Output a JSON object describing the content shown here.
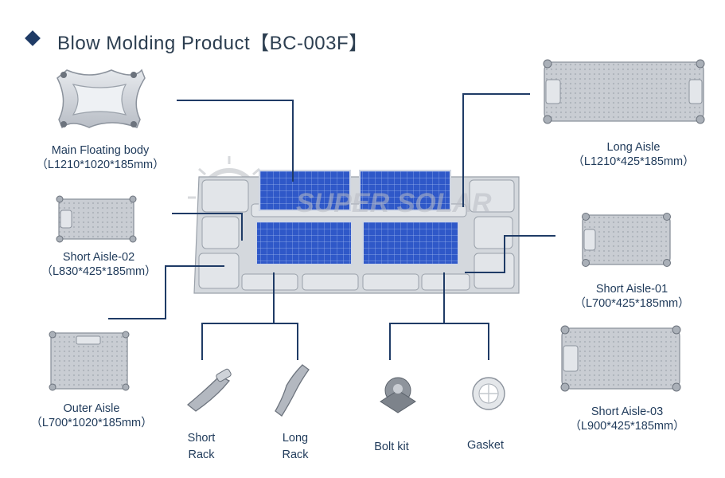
{
  "title": "Blow Molding Product【BC-003F】",
  "watermark": "SUPER SOLAR",
  "parts": {
    "main_float": {
      "name": "Main Floating body",
      "dims": "（L1210*1020*185mm）"
    },
    "short_aisle_02": {
      "name": "Short Aisle-02",
      "dims": "（L830*425*185mm）"
    },
    "outer_aisle": {
      "name": "Outer Aisle",
      "dims": "（L700*1020*185mm）"
    },
    "long_aisle": {
      "name": "Long Aisle",
      "dims": "（L1210*425*185mm）"
    },
    "short_aisle_01": {
      "name": "Short Aisle-01",
      "dims": "（L700*425*185mm）"
    },
    "short_aisle_03": {
      "name": "Short Aisle-03",
      "dims": "（L900*425*185mm）"
    },
    "short_rack": {
      "line1": "Short",
      "line2": "Rack"
    },
    "long_rack": {
      "line1": "Long",
      "line2": "Rack"
    },
    "bolt_kit": {
      "name": "Bolt kit"
    },
    "gasket": {
      "name": "Gasket"
    }
  },
  "colors": {
    "accent": "#1f3b66",
    "text": "#1f3a5a",
    "panel": "#2f58c8",
    "float": "#d2d6dc"
  }
}
